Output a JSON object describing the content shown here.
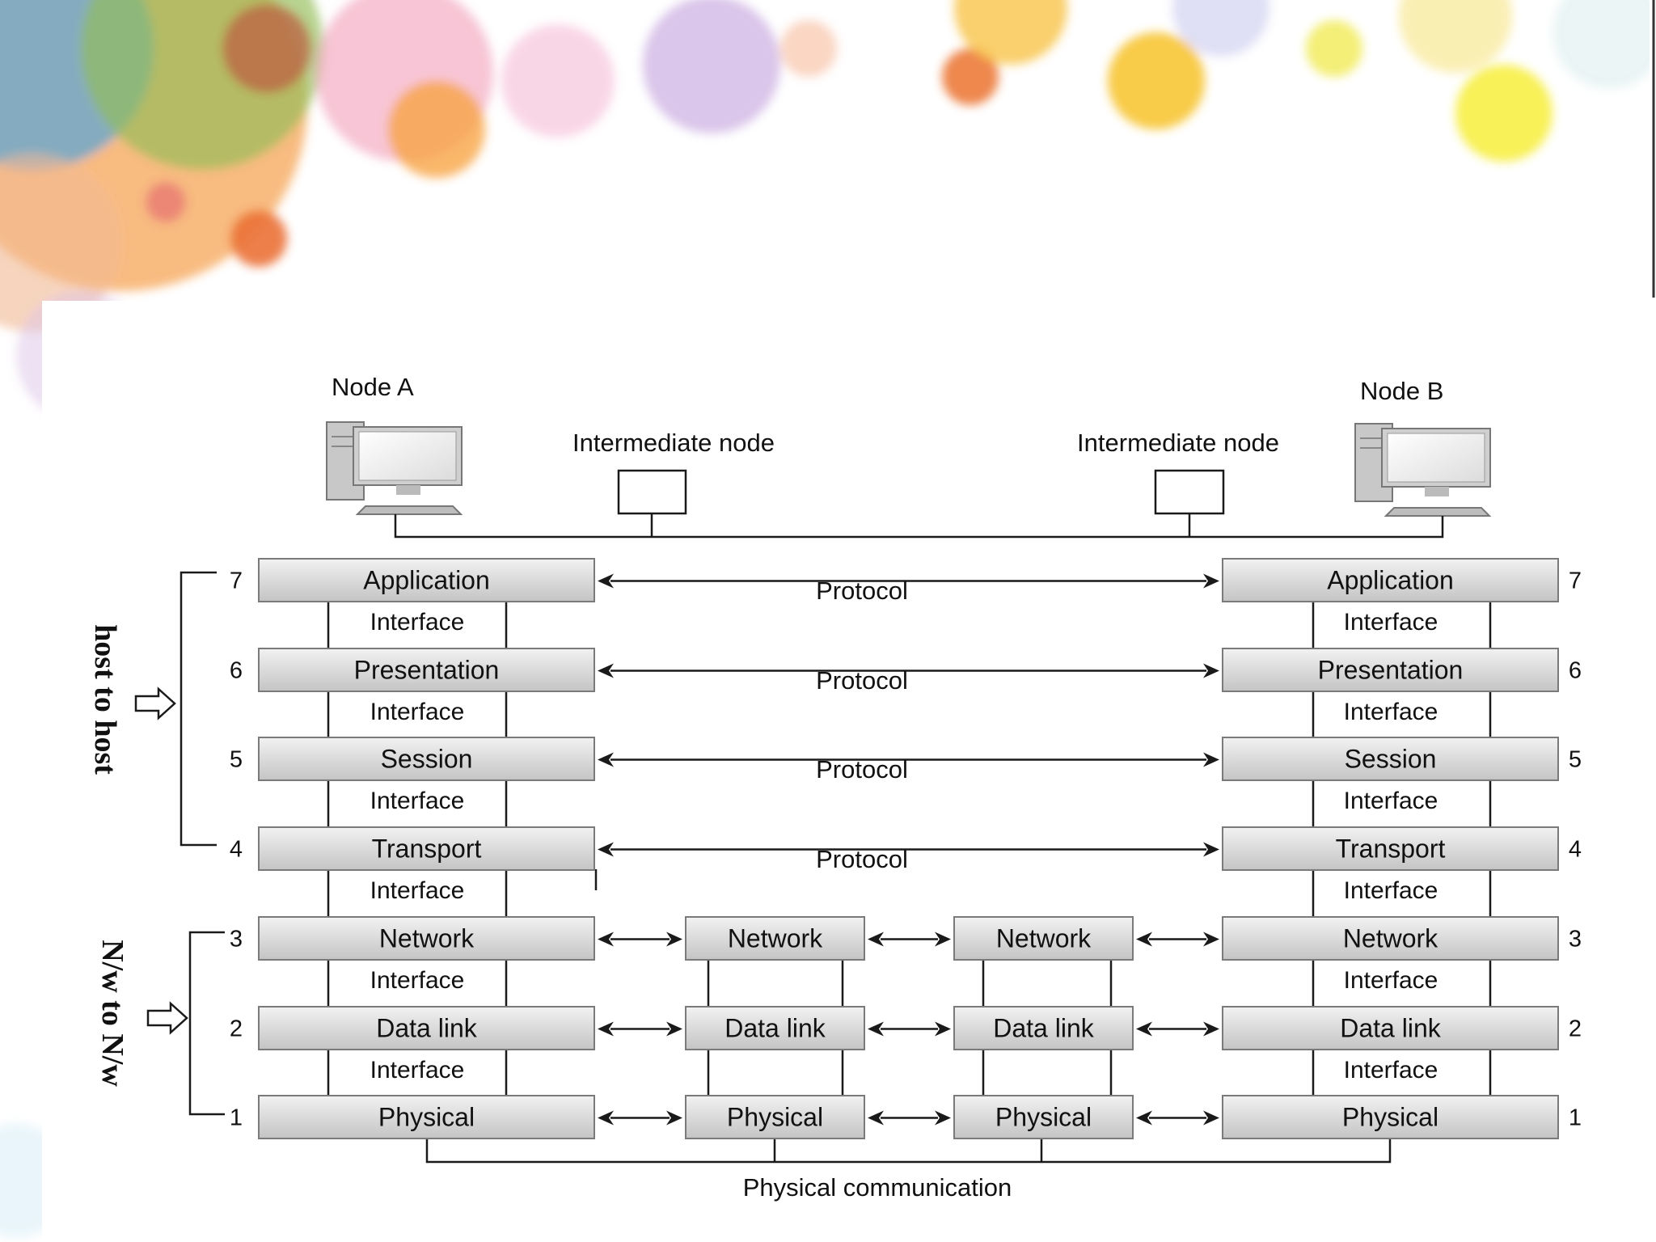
{
  "nodes": {
    "node_a": "Node A",
    "node_b": "Node B",
    "intermediate_left": "Intermediate node",
    "intermediate_right": "Intermediate node"
  },
  "side_labels": {
    "host_to_host": "host to host",
    "nw_to_nw": "N/w to N/w"
  },
  "layers": [
    {
      "number": "7",
      "name": "Application"
    },
    {
      "number": "6",
      "name": "Presentation"
    },
    {
      "number": "5",
      "name": "Session"
    },
    {
      "number": "4",
      "name": "Transport"
    },
    {
      "number": "3",
      "name": "Network"
    },
    {
      "number": "2",
      "name": "Data link"
    },
    {
      "number": "1",
      "name": "Physical"
    }
  ],
  "interface_label": "Interface",
  "protocol_label": "Protocol",
  "physical_communication": "Physical communication",
  "colors": {
    "layer_fill_top": "#f2f2f2",
    "layer_fill_bottom": "#c4c4c4",
    "line": "#1a1a1a"
  }
}
